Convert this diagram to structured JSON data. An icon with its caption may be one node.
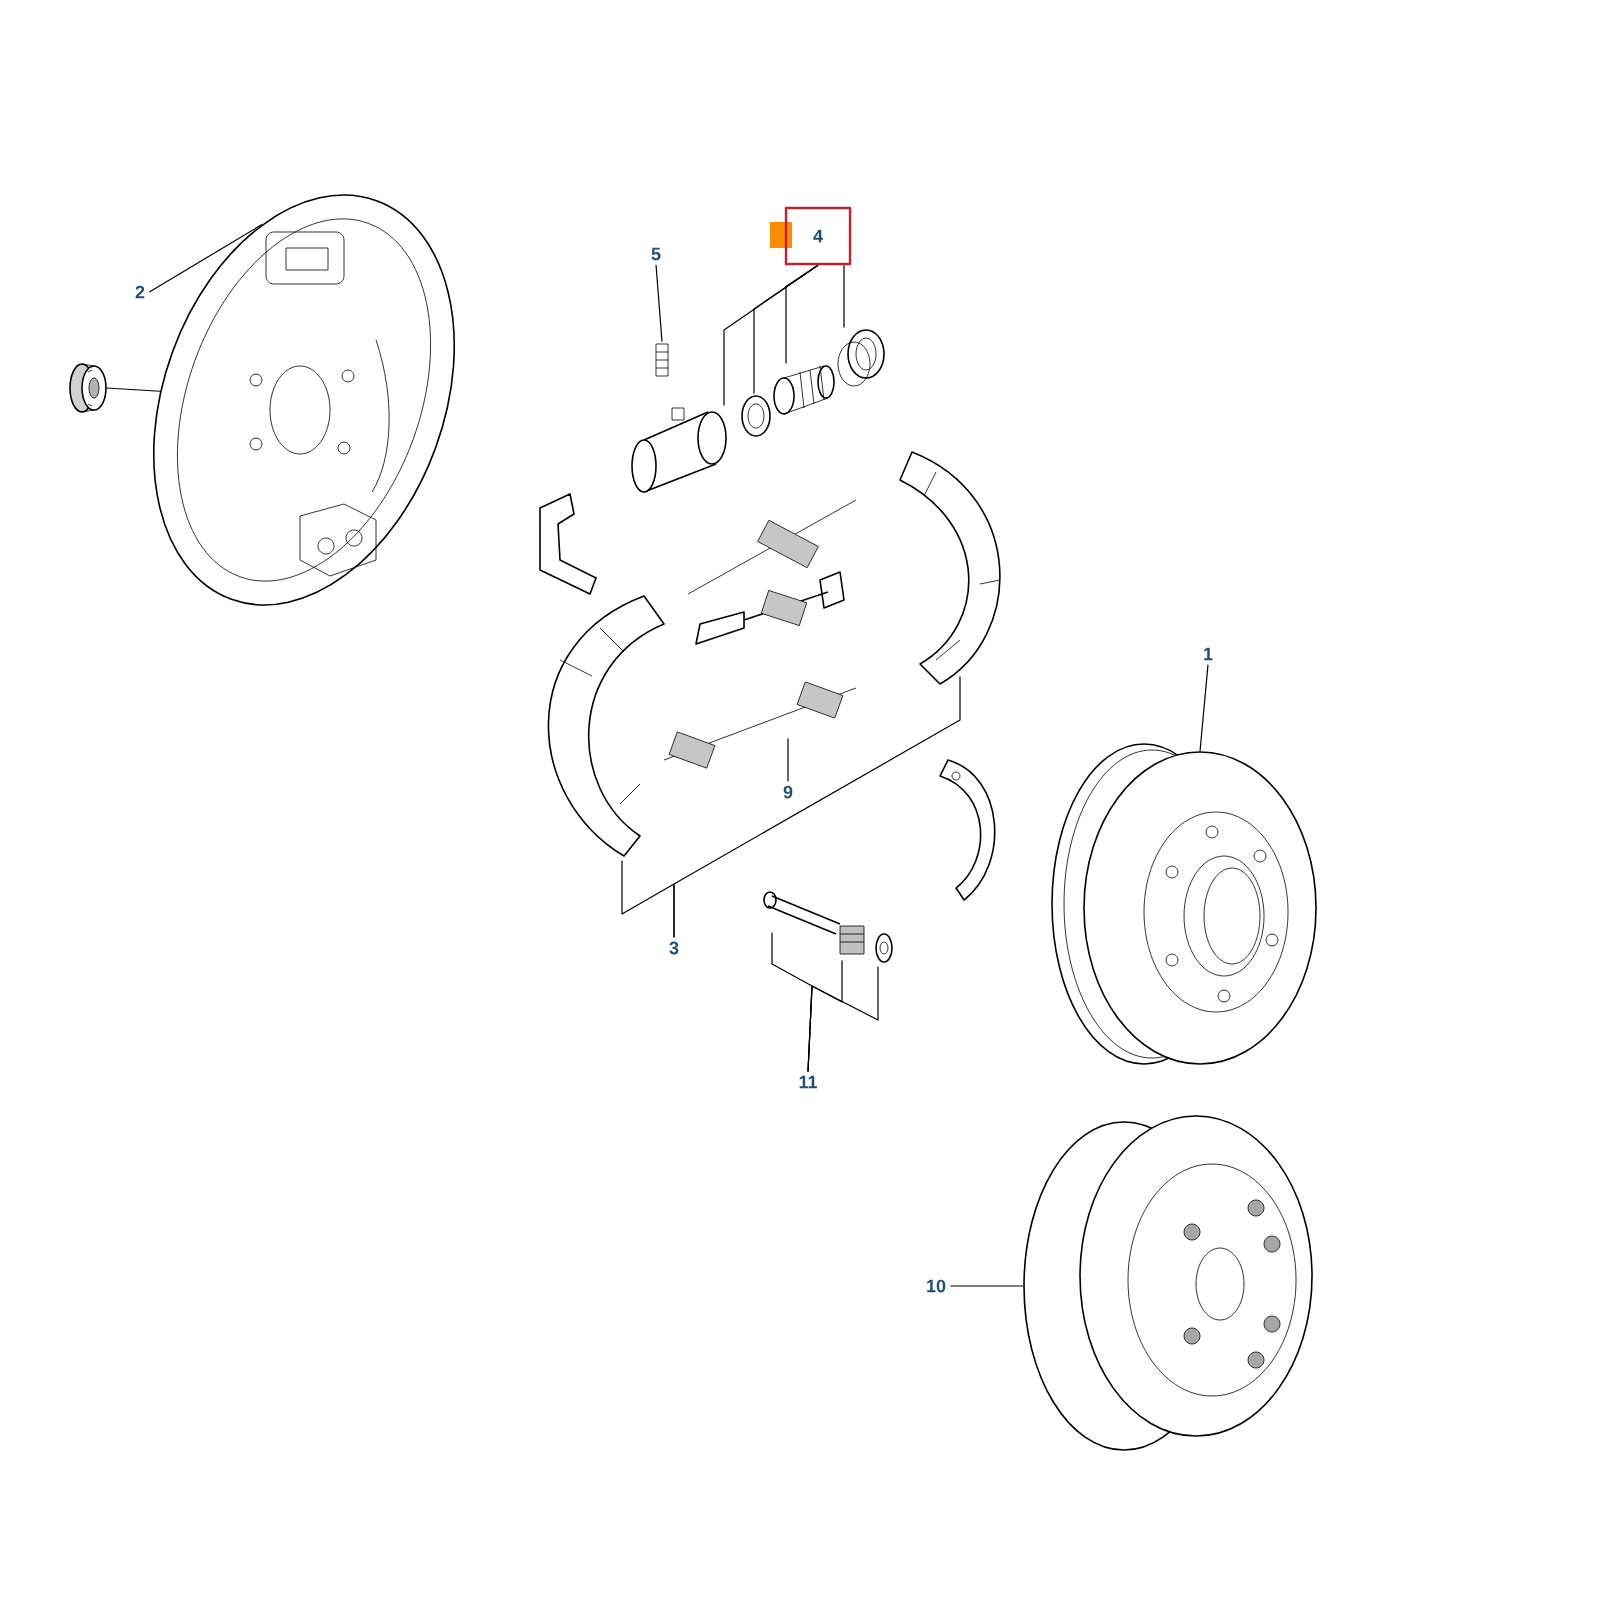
{
  "diagram": {
    "nodes": [
      {
        "text": [
          "2"
        ]
      },
      {
        "text": [
          "5"
        ]
      },
      {
        "text": [
          "4"
        ]
      },
      {
        "text": [
          "1"
        ]
      },
      {
        "text": [
          "9"
        ]
      },
      {
        "text": [
          "3"
        ]
      },
      {
        "text": [
          "11"
        ]
      },
      {
        "text": [
          "10"
        ]
      },
      {
        "text": [],
        "shape": "picture"
      },
      {
        "text": [],
        "shape": "picture"
      },
      {
        "text": [],
        "shape": "picture"
      },
      {
        "text": [],
        "shape": "picture"
      },
      {
        "text": [],
        "shape": "picture"
      },
      {
        "text": [],
        "shape": "picture"
      },
      {
        "text": [],
        "shape": "picture"
      },
      {
        "text": [],
        "shape": "picture"
      },
      {
        "text": [],
        "shape": "picture"
      },
      {
        "text": [],
        "shape": "picture"
      },
      {
        "text": [],
        "shape": "picture"
      },
      {
        "text": [],
        "shape": "picture"
      },
      {
        "text": [],
        "shape": "picture"
      },
      {
        "text": [],
        "shape": "picture"
      },
      {
        "text": [],
        "shape": "picture"
      }
    ],
    "edges": [
      {
        "from": 0,
        "to": 8,
        "arrow": "none"
      },
      {
        "from": 9,
        "to": 8,
        "arrow": "none"
      },
      {
        "from": 1,
        "to": 10,
        "arrow": "none"
      },
      {
        "from": 2,
        "to": 11,
        "arrow": "none"
      },
      {
        "from": 2,
        "to": 12,
        "arrow": "none"
      },
      {
        "from": 2,
        "to": 13,
        "arrow": "none"
      },
      {
        "from": 2,
        "to": 14,
        "arrow": "none"
      },
      {
        "from": 3,
        "to": 21,
        "arrow": "none"
      },
      {
        "from": 4,
        "to": 17,
        "arrow": "none"
      },
      {
        "from": 5,
        "to": 15,
        "arrow": "none"
      },
      {
        "from": 5,
        "to": 16,
        "arrow": "none"
      },
      {
        "from": 6,
        "to": 18,
        "arrow": "none"
      },
      {
        "from": 6,
        "to": 19,
        "arrow": "none"
      },
      {
        "from": 6,
        "to": 20,
        "arrow": "none"
      },
      {
        "from": 7,
        "to": 22,
        "arrow": "none"
      }
    ]
  }
}
